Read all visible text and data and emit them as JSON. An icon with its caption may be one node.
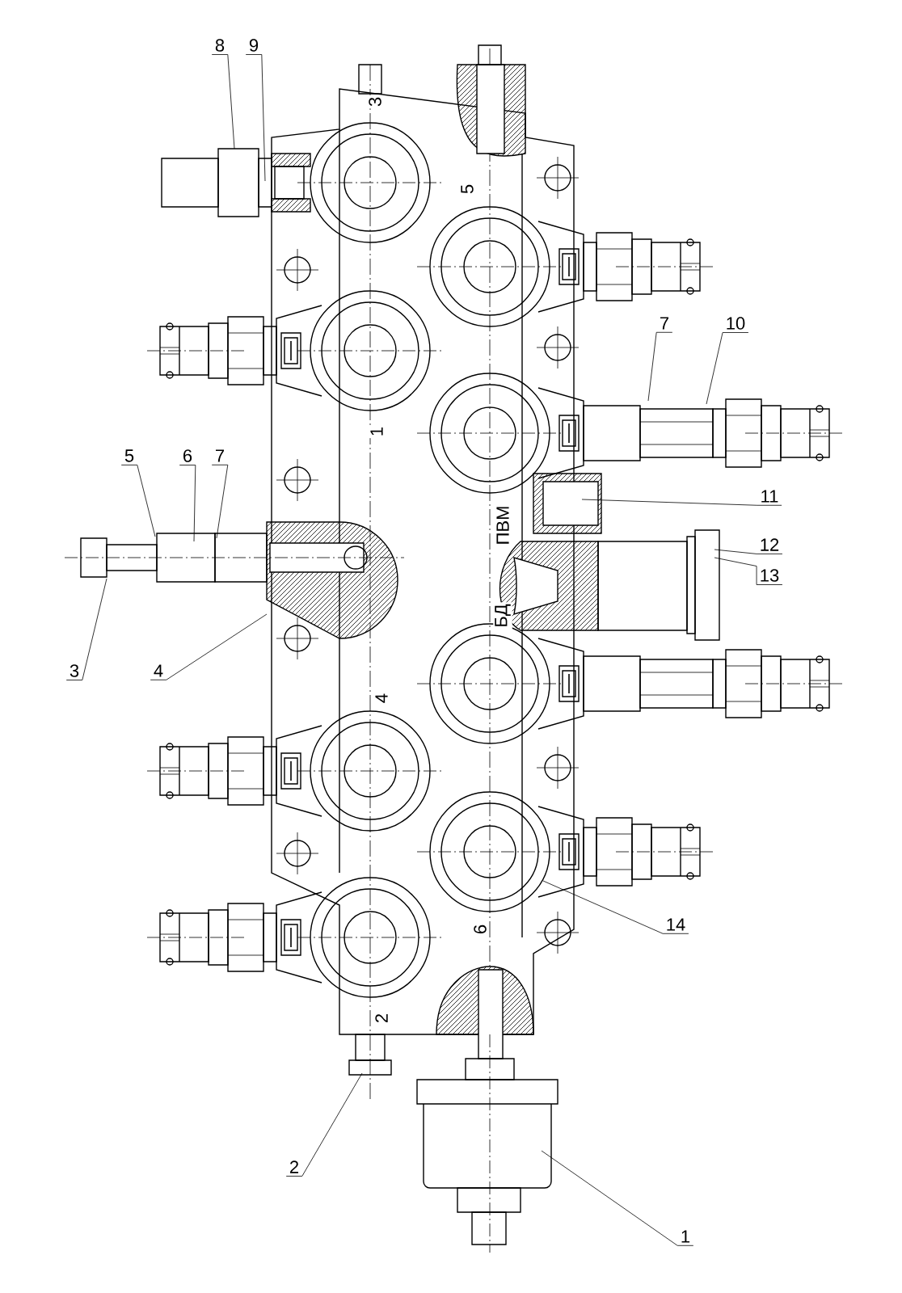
{
  "diagram": {
    "nodes": [
      {
        "text": [
          "8"
        ]
      },
      {
        "text": [
          "9"
        ]
      },
      {
        "text": [
          "7"
        ]
      },
      {
        "text": [
          "10"
        ]
      },
      {
        "text": [
          "5"
        ]
      },
      {
        "text": [
          "6"
        ]
      },
      {
        "text": [
          "7"
        ]
      },
      {
        "text": [
          "11"
        ]
      },
      {
        "text": [
          "12"
        ]
      },
      {
        "text": [
          "13"
        ]
      },
      {
        "text": [
          "3"
        ]
      },
      {
        "text": [
          "4"
        ]
      },
      {
        "text": [
          "14"
        ]
      },
      {
        "text": [
          "2"
        ]
      },
      {
        "text": [
          "1"
        ]
      }
    ],
    "edges": [
      {
        "from": 0,
        "to": null,
        "arrow": "none"
      },
      {
        "from": 1,
        "to": null,
        "arrow": "none"
      },
      {
        "from": 2,
        "to": null,
        "arrow": "none"
      },
      {
        "from": 3,
        "to": null,
        "arrow": "none"
      },
      {
        "from": 4,
        "to": null,
        "arrow": "none"
      },
      {
        "from": 5,
        "to": null,
        "arrow": "none"
      },
      {
        "from": 6,
        "to": null,
        "arrow": "none"
      },
      {
        "from": 7,
        "to": null,
        "arrow": "none"
      },
      {
        "from": 8,
        "to": null,
        "arrow": "none"
      },
      {
        "from": 9,
        "to": null,
        "arrow": "none"
      },
      {
        "from": 10,
        "to": null,
        "arrow": "none"
      },
      {
        "from": 11,
        "to": null,
        "arrow": "none"
      },
      {
        "from": 12,
        "to": null,
        "arrow": "none"
      },
      {
        "from": 13,
        "to": null,
        "arrow": "none"
      },
      {
        "from": 14,
        "to": null,
        "arrow": "none"
      }
    ],
    "labels": [
      "3",
      "5",
      "1",
      "ПВМ",
      "БД",
      "4",
      "6",
      "2"
    ]
  }
}
